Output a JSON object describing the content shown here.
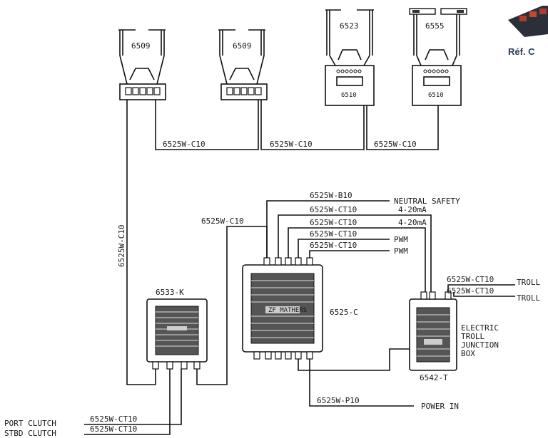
{
  "devices": {
    "joystick_1": {
      "label": "6509"
    },
    "joystick_2": {
      "label": "6509"
    },
    "joystick_3": {
      "label": "6523",
      "base": "6510"
    },
    "joystick_4": {
      "label": "6555",
      "base": "6510"
    },
    "clutch_interface": {
      "label": "6533-K"
    },
    "main_controller": {
      "label": "6525-C",
      "nameplate": "ZF MATHERS"
    },
    "troll_box": {
      "label": "6542-T",
      "description": [
        "ELECTRIC",
        "TROLL",
        "JUNCTION",
        "BOX"
      ]
    }
  },
  "cables": {
    "link_1": "6525W-C10",
    "link_2": "6525W-C10",
    "link_3": "6525W-C10",
    "vertical": "6525W-C10",
    "controller_in": "6525W-C10",
    "b10": "6525W-B10",
    "ct10_a": "6525W-CT10",
    "ct10_b": "6525W-CT10",
    "ct10_c": "6525W-CT10",
    "ct10_d": "6525W-CT10",
    "troll_a": "6525W-CT10",
    "troll_b": "6525W-CT10",
    "power": "6525W-P10",
    "port": "6525W-CT10",
    "stbd": "6525W-CT10"
  },
  "signals": {
    "neutral": "NEUTRAL SAFETY",
    "analog_a": "4-20mA",
    "analog_b": "4-20mA",
    "pwm_a": "PWM",
    "pwm_b": "PWM",
    "troll_a": "TROLL",
    "troll_b": "TROLL",
    "power_in": "POWER IN",
    "port_clutch": "PORT CLUTCH",
    "stbd_clutch": "STBD CLUTCH"
  },
  "corner_ref": "Réf. C"
}
